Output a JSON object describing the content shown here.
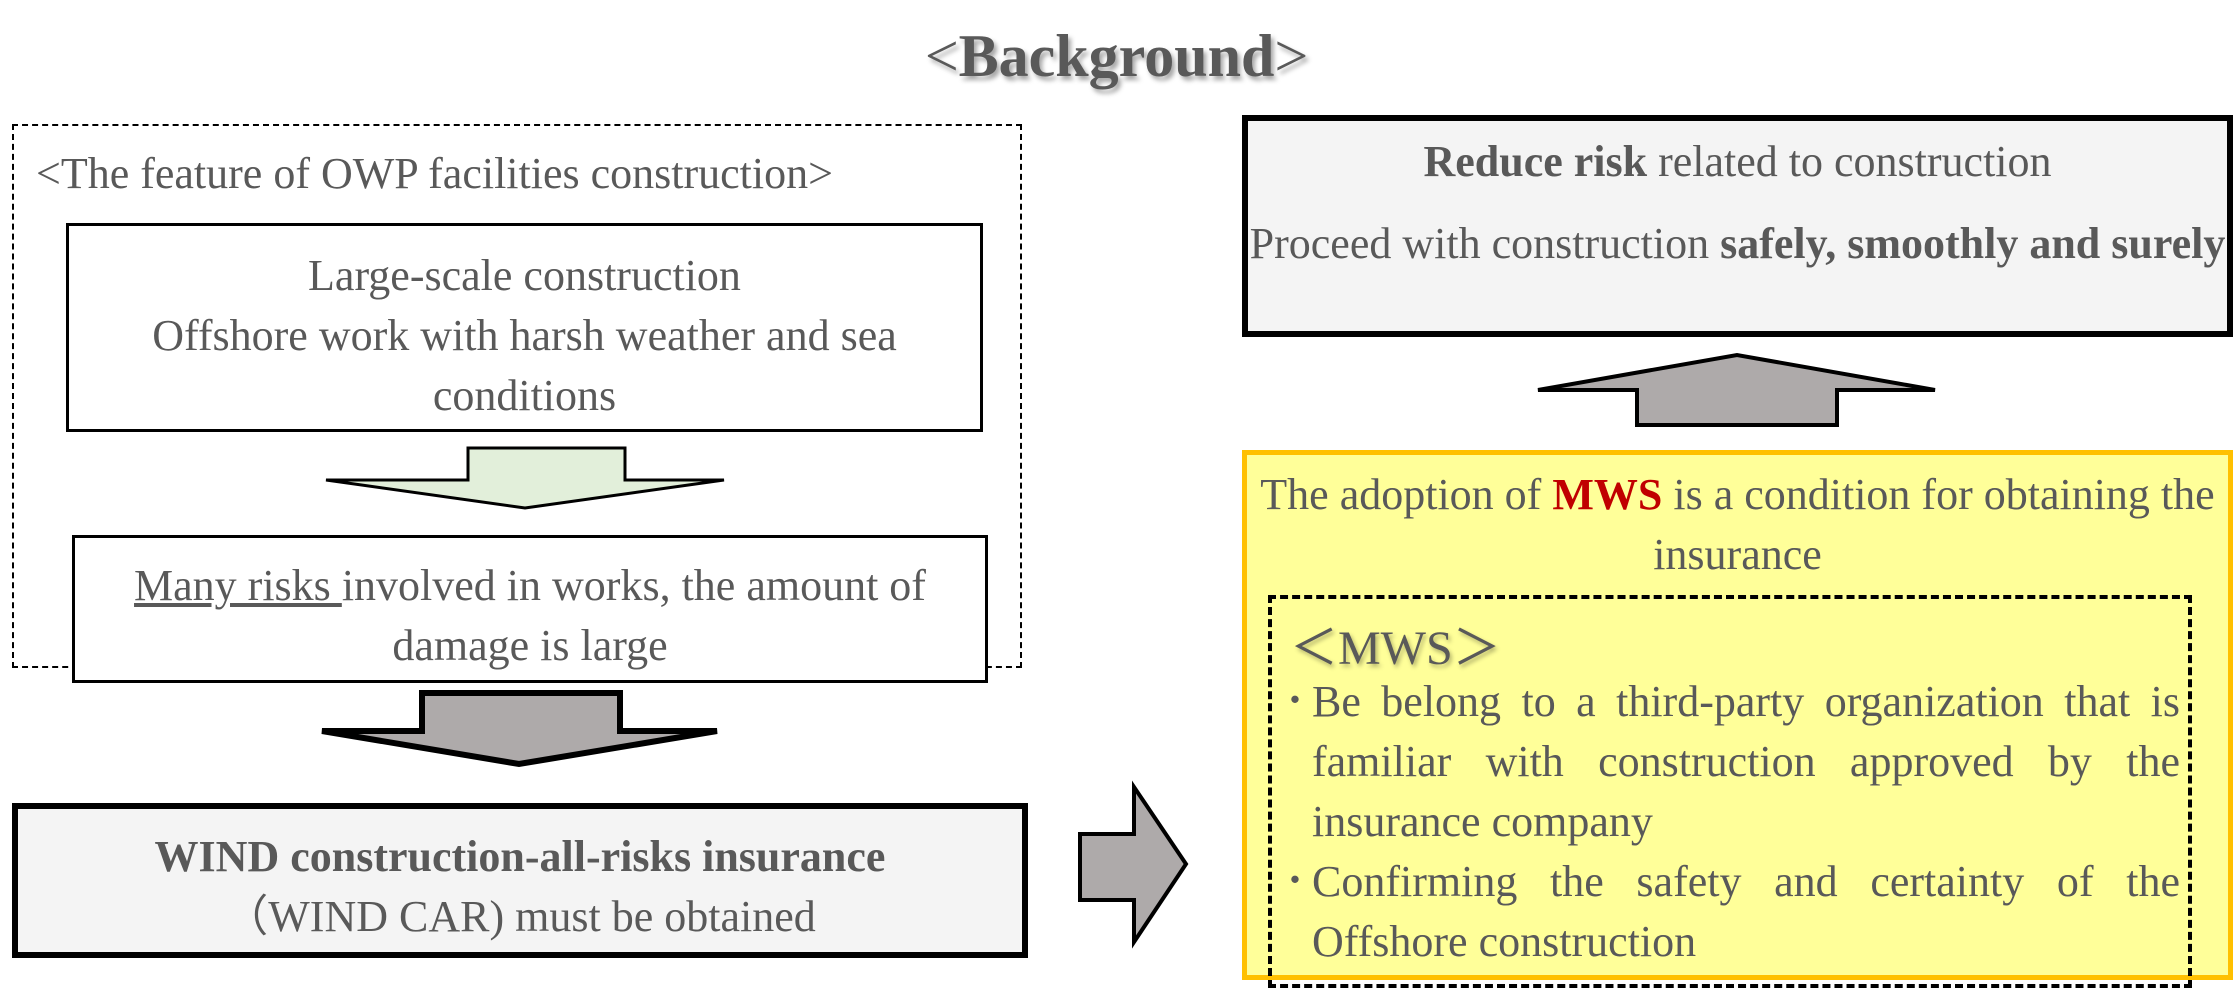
{
  "title": {
    "open_bracket": "<",
    "text": "Background",
    "close_bracket": ">"
  },
  "left_panel": {
    "heading": "<The feature of OWP facilities construction>",
    "feature_box": {
      "line1": "Large-scale construction",
      "line2": "Offshore work with harsh weather and sea conditions"
    },
    "risks_box": {
      "underlined": "Many risks ",
      "rest": "involved in works, the amount of damage is large"
    },
    "insurance_box": {
      "bold": "WIND construction-all-risks insurance",
      "rest": "（WIND CAR) must be obtained"
    }
  },
  "right_panel": {
    "goal_box": {
      "line1_bold": "Reduce risk",
      "line1_rest": " related to construction",
      "line2_plain": "Proceed with construction ",
      "line2_bold": "safely, smoothly and surely"
    },
    "condition_box": {
      "prefix": "The adoption of ",
      "highlight": "MWS",
      "suffix": " is a condition for obtaining the insurance",
      "highlight_color": "#c00000",
      "background_color": "#ffff99",
      "border_color": "#ffc000"
    },
    "mws": {
      "heading": "＜MWS＞",
      "bullet": "･",
      "items": [
        "Be belong to a third-party organization that is familiar with construction approved by the insurance company",
        "Confirming the safety and certainty of the Offshore construction"
      ]
    }
  },
  "arrows": {
    "down_1_color": "#e2efda",
    "down_2_color": "#aeaaaa",
    "right_color": "#aeaaaa",
    "up_color": "#aeaaaa"
  }
}
